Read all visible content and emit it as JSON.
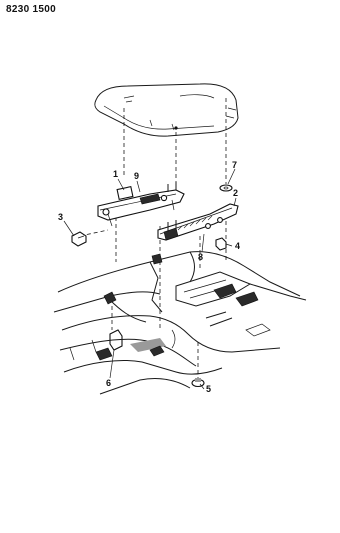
{
  "document_code": "8230 1500",
  "callouts": [
    {
      "id": "c1",
      "label": "1"
    },
    {
      "id": "c9",
      "label": "9"
    },
    {
      "id": "c7",
      "label": "7"
    },
    {
      "id": "c2",
      "label": "2"
    },
    {
      "id": "c3",
      "label": "3"
    },
    {
      "id": "c4",
      "label": "4"
    },
    {
      "id": "c8",
      "label": "8"
    },
    {
      "id": "c6",
      "label": "6"
    },
    {
      "id": "c5",
      "label": "5"
    }
  ]
}
